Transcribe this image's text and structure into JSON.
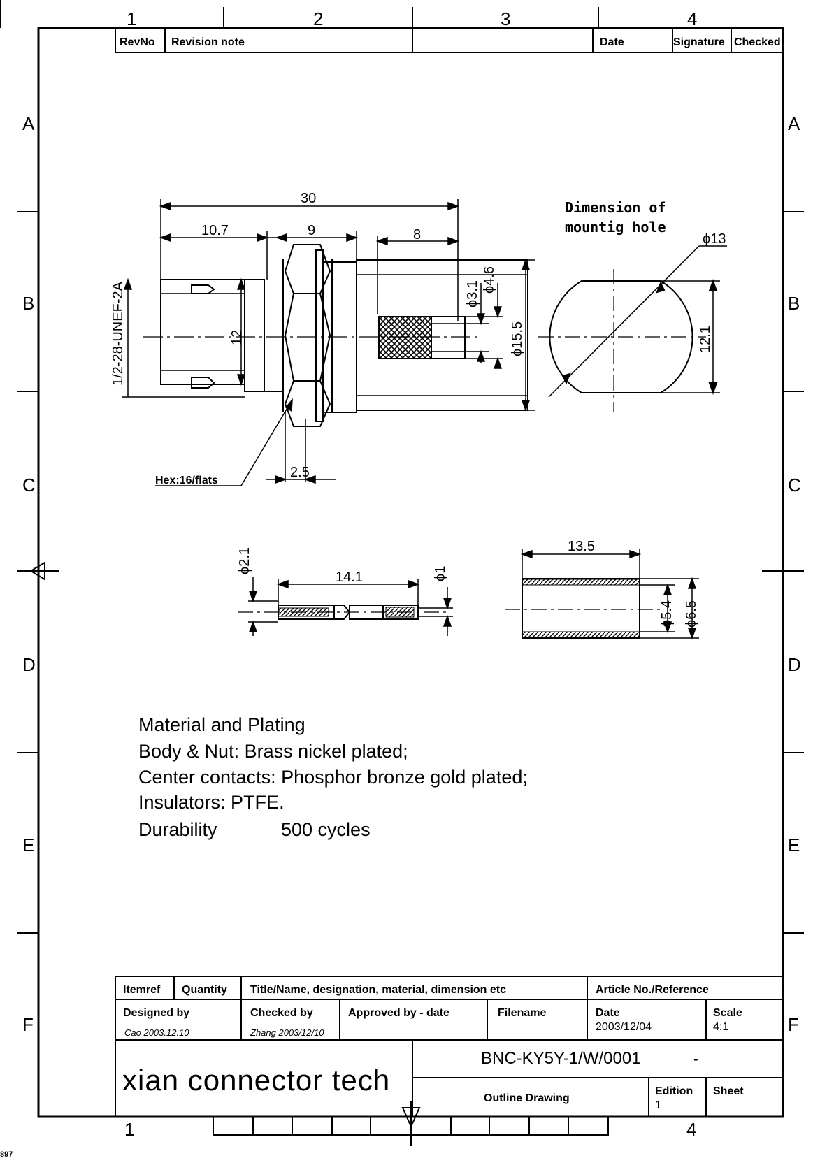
{
  "frame": {
    "columns": [
      "1",
      "2",
      "3",
      "4"
    ],
    "rows": [
      "A",
      "B",
      "C",
      "D",
      "E",
      "F"
    ],
    "bottom_numbers": [
      "1",
      "4"
    ],
    "corner_mark": "897"
  },
  "revision_table": {
    "headers": [
      "RevNo",
      "Revision note",
      "Date",
      "Signature",
      "Checked"
    ]
  },
  "drawing": {
    "dim_overall": "30",
    "dim_front": "10.7",
    "dim_hex": "9",
    "dim_rear": "8",
    "dim_thread": "1/2-28-UNEF-2A",
    "dim_12": "12",
    "dim_d31": "ϕ3.1",
    "dim_d46": "ϕ4.6",
    "dim_d155": "ϕ15.5",
    "dim_25": "2.5",
    "hex_label": "Hex:16/flats",
    "mount_title_1": "Dimension of",
    "mount_title_2": "mountig hole",
    "dim_d13": "ϕ13",
    "dim_121": "12.1",
    "dim_141": "14.1",
    "dim_d21": "ϕ2.1",
    "dim_d1": "ϕ1",
    "dim_135": "13.5",
    "dim_d54": "ϕ5.4",
    "dim_d65": "ϕ6.5"
  },
  "notes": {
    "heading": "Material and Plating",
    "body_nut": "Body & Nut: Brass nickel plated;",
    "contacts": "Center contacts: Phosphor bronze gold plated;",
    "insulators": "Insulators: PTFE.",
    "durability_label": "Durability",
    "durability_value": "500 cycles"
  },
  "title_block": {
    "itemref": "Itemref",
    "quantity": "Quantity",
    "title_name": "Title/Name, designation, material, dimension etc",
    "article": "Article No./Reference",
    "designed_by": "Designed by",
    "designed_sig": "Cao   2003.12.10",
    "checked_by": "Checked by",
    "checked_sig": "Zhang 2003/12/10",
    "approved_by": "Approved by - date",
    "filename": "Filename",
    "date_label": "Date",
    "date_value": "2003/12/04",
    "scale_label": "Scale",
    "scale_value": "4:1",
    "company": "xian connector tech",
    "part_number": "BNC-KY5Y-1/W/0001",
    "part_dash": "-",
    "doc_type": "Outline Drawing",
    "edition_label": "Edition",
    "edition_value": "1",
    "sheet_label": "Sheet"
  }
}
